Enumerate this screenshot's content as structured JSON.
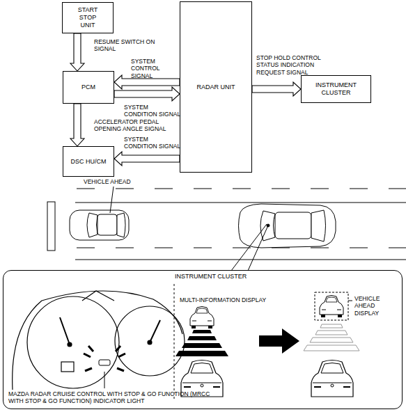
{
  "diagram": {
    "nodes": [
      {
        "text": [
          "START STOP UNIT"
        ]
      },
      {
        "text": [
          "PCM"
        ]
      },
      {
        "text": [
          "RADAR UNIT"
        ]
      },
      {
        "text": [
          "INSTRUMENT CLUSTER"
        ]
      },
      {
        "text": [
          "DSC HU/CM"
        ]
      },
      {
        "text": [
          "INSTRUMENT CLUSTER"
        ]
      }
    ],
    "edges": [
      {
        "from": 0,
        "to": 1,
        "arrow": "to",
        "label": "RESUME SWITCH ON SIGNAL"
      },
      {
        "from": 2,
        "to": 1,
        "arrow": "to",
        "label": "SYSTEM CONTROL SIGNAL"
      },
      {
        "from": 1,
        "to": 2,
        "arrow": "to",
        "label": "SYSTEM CONDITION SIGNAL"
      },
      {
        "from": 1,
        "to": 4,
        "arrow": "to",
        "label": "ACCELERATOR PEDAL OPENING ANGLE SIGNAL"
      },
      {
        "from": 2,
        "to": 4,
        "arrow": "to",
        "label": "SYSTEM CONDITION SIGNAL"
      },
      {
        "from": 2,
        "to": 3,
        "arrow": "to",
        "label": "STOP HOLD CONTROL STATUS INDICATION REQUEST SIGNAL"
      }
    ],
    "labels": [
      "VEHICLE AHEAD",
      "MULTI-INFORMATION DISPLAY",
      "VEHICLE AHEAD DISPLAY",
      "MAZDA RADAR CRUISE CONTROL WITH STOP & GO FUNCTION (MRCC WITH STOP & GO FUNCTION) INDICATOR LIGHT"
    ]
  }
}
